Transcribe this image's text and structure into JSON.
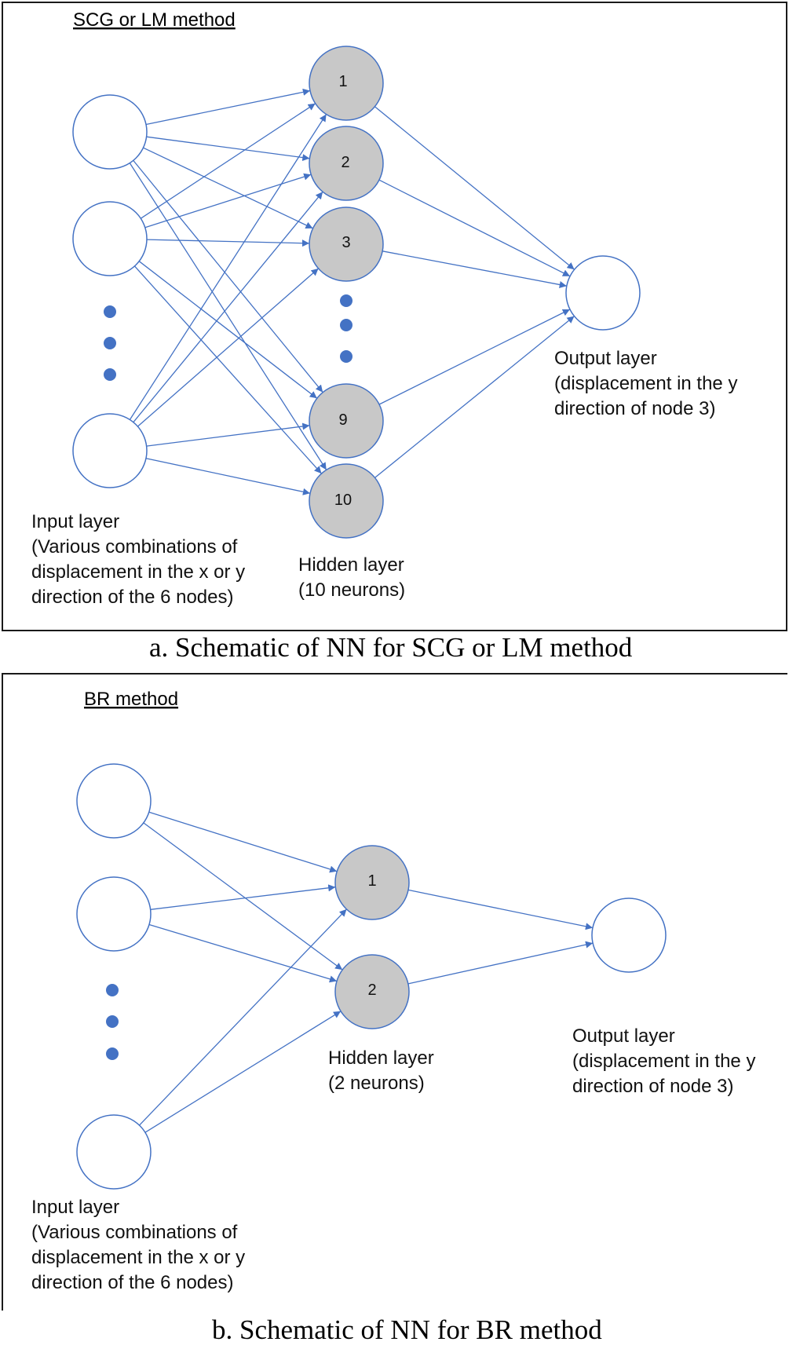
{
  "panel_a": {
    "title": "SCG or LM method",
    "hidden_node_labels": [
      "1",
      "2",
      "3",
      "9",
      "10"
    ],
    "input_label": [
      "Input layer",
      "(Various combinations of",
      "displacement in the x or y",
      "direction of the 6 nodes)"
    ],
    "hidden_label": [
      "Hidden layer",
      "(10 neurons)"
    ],
    "output_label": [
      "Output layer",
      "(displacement in the y",
      "direction of node 3)"
    ],
    "caption": "a.   Schematic of NN for SCG or LM method"
  },
  "panel_b": {
    "title": "BR method",
    "hidden_node_labels": [
      "1",
      "2"
    ],
    "input_label": [
      "Input layer",
      "(Various combinations of",
      "displacement in the x or y",
      "direction of the 6 nodes)"
    ],
    "hidden_label": [
      "Hidden layer",
      "(2 neurons)"
    ],
    "output_label": [
      "Output layer",
      "(displacement in the y",
      "direction of node 3)"
    ],
    "caption": "b.   Schematic of NN for BR method"
  },
  "colors": {
    "edge": "#4472c4",
    "hidden_fill": "#c8c8c8",
    "frame": "#1a1a1a"
  }
}
